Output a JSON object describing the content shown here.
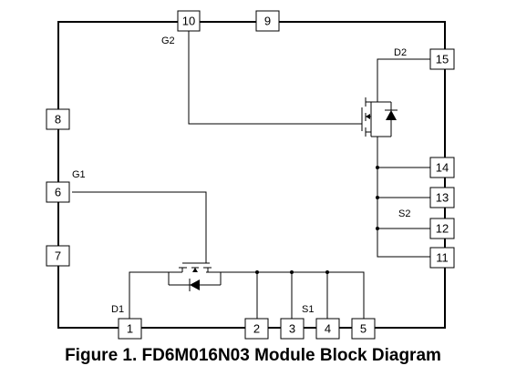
{
  "pins": {
    "p1": "1",
    "p2": "2",
    "p3": "3",
    "p4": "4",
    "p5": "5",
    "p6": "6",
    "p7": "7",
    "p8": "8",
    "p9": "9",
    "p10": "10",
    "p11": "11",
    "p12": "12",
    "p13": "13",
    "p14": "14",
    "p15": "15"
  },
  "labels": {
    "g1": "G1",
    "g2": "G2",
    "d1": "D1",
    "d2": "D2",
    "s1": "S1",
    "s2": "S2"
  },
  "caption": "Figure 1. FD6M016N03 Module Block Diagram"
}
